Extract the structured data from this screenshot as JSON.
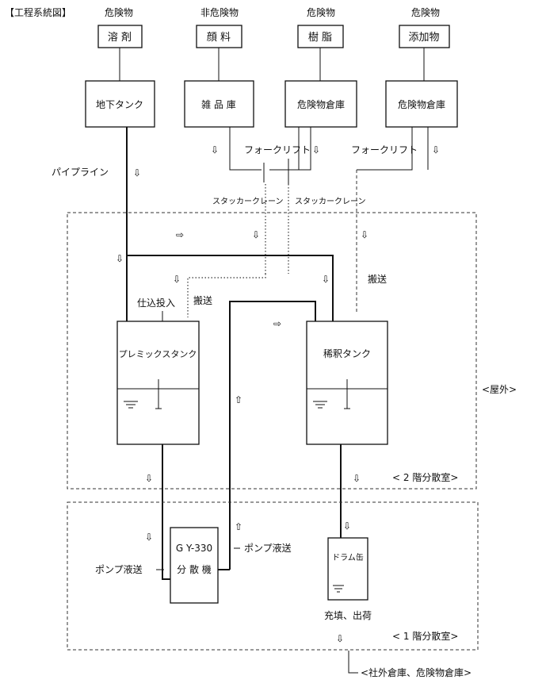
{
  "title": "【工程系統図】",
  "materials": [
    {
      "category": "危険物",
      "name": "溶 剤"
    },
    {
      "category": "非危険物",
      "name": "顔 料"
    },
    {
      "category": "危険物",
      "name": "樹 脂"
    },
    {
      "category": "危険物",
      "name": "添加物"
    }
  ],
  "storage": [
    "地下タンク",
    "雑 品 庫",
    "危険物倉庫",
    "危険物倉庫"
  ],
  "transport": {
    "pipeline": "パイプライン",
    "forklift_1": "フォークリフト",
    "forklift_2": "フォークリフト",
    "stacker_1": "スタッカークレーン",
    "stacker_2": "スタッカークレーン",
    "carry_1": "搬送",
    "carry_2": "搬送",
    "charge_in": "仕込投入",
    "pump_left": "ポンプ液送",
    "pump_right": "ポンプ液送"
  },
  "tanks": {
    "premix": "プレミックスタンク",
    "dilution": "稀釈タンク"
  },
  "disperser": {
    "line1": "G Y-330",
    "line2": "分 散 機"
  },
  "drum": {
    "label": "ドラム缶",
    "fill_ship": "充填、出荷"
  },
  "zones": {
    "outdoor": "<屋外>",
    "floor2": "< 2 階分散室>",
    "floor1": "< 1 階分散室>",
    "destination": "<社外倉庫、危険物倉庫>"
  }
}
